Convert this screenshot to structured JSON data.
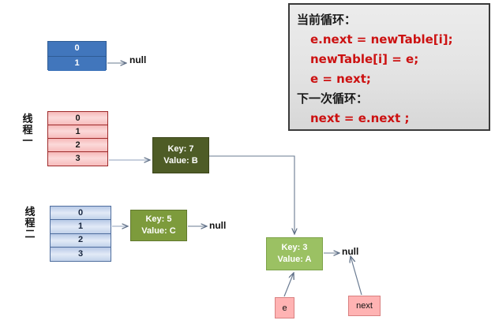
{
  "diagram": {
    "title_hidden": "HashMap resize concurrent loop diagram",
    "tables": [
      {
        "id": "blue-solid",
        "style": "blue-solid",
        "label": "",
        "cells": [
          "0",
          "1"
        ]
      },
      {
        "id": "red",
        "style": "red",
        "label": "线程一",
        "label_chars": [
          "线",
          "程",
          "一"
        ],
        "cells": [
          "0",
          "1",
          "2",
          "3"
        ]
      },
      {
        "id": "blue-grad",
        "style": "blue-gradient",
        "label": "线程二",
        "label_chars": [
          "线",
          "程",
          "二"
        ],
        "cells": [
          "0",
          "1",
          "2",
          "3"
        ]
      }
    ],
    "nodes": [
      {
        "id": "node-b",
        "key": "Key: 7",
        "value": "Value: B",
        "color": "#4e5c26"
      },
      {
        "id": "node-c",
        "key": "Key: 5",
        "value": "Value: C",
        "color": "#7d9b3c"
      },
      {
        "id": "node-a",
        "key": "Key: 3",
        "value": "Value: A",
        "color": "#9bc163"
      }
    ],
    "pointers": [
      {
        "id": "ptr-e",
        "label": "e",
        "color": "#ffb3b3"
      },
      {
        "id": "ptr-next",
        "label": "next",
        "color": "#ffb3b3"
      }
    ],
    "null_labels": [
      {
        "id": "null-top",
        "text": "null"
      },
      {
        "id": "null-mid",
        "text": "null"
      },
      {
        "id": "null-right",
        "text": "null"
      }
    ]
  },
  "code_panel": {
    "border_color": "#3a3a3a",
    "code_color": "#cc1111",
    "lines": [
      {
        "type": "header",
        "text": "当前循环："
      },
      {
        "type": "code",
        "text": "e.next = newTable[i];"
      },
      {
        "type": "code",
        "text": "newTable[i] = e;"
      },
      {
        "type": "code",
        "text": "e = next;"
      },
      {
        "type": "header",
        "text": "下一次循环："
      },
      {
        "type": "code",
        "text": "next = e.next ;"
      }
    ]
  }
}
